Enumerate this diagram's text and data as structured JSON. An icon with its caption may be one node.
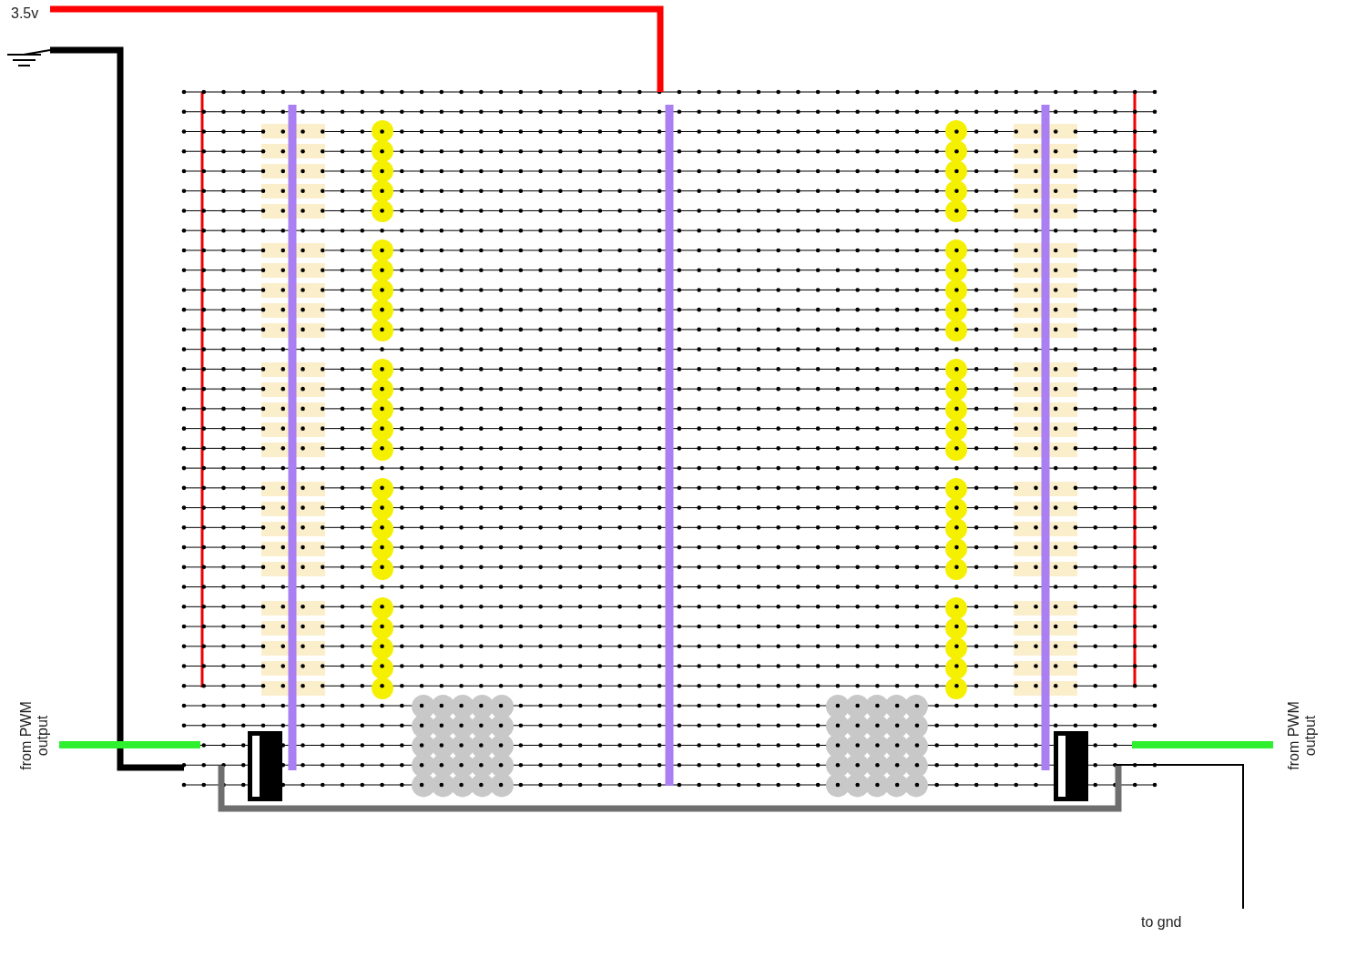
{
  "diagram": {
    "labels": [
      "3.5v",
      "from PWM output",
      "from PWM output",
      "to gnd"
    ]
  }
}
